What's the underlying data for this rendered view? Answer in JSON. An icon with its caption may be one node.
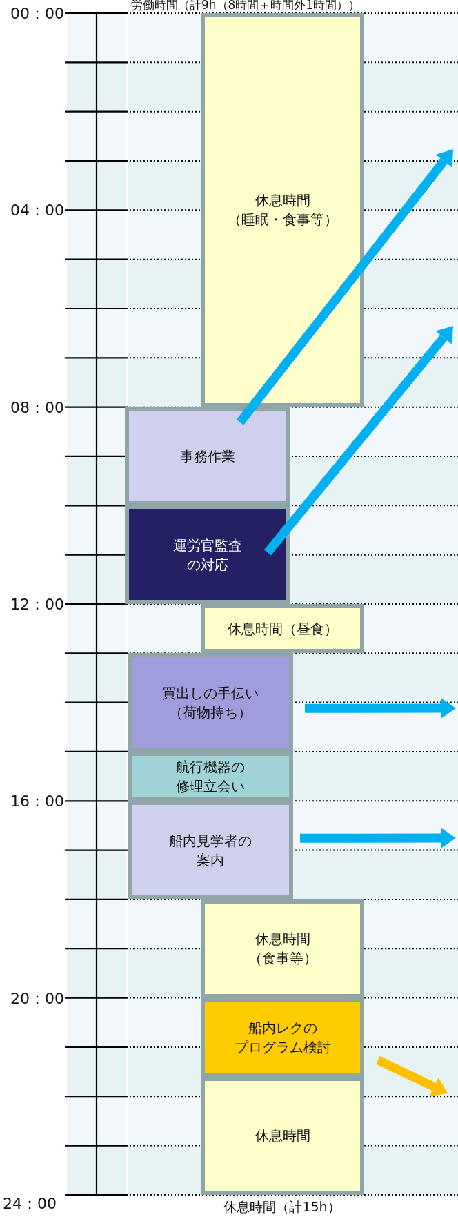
{
  "diagram": {
    "title": "労働時間（計9h（8時間＋時間外1時間））",
    "caption": "休息時間（計15h）",
    "nodes": [
      {
        "text": [
          "休息時間（睡眠・食事等）"
        ]
      },
      {
        "text": [
          "事務作業"
        ]
      },
      {
        "text": [
          "運労官監査の対応"
        ]
      },
      {
        "text": [
          "休息時間（昼食）"
        ]
      },
      {
        "text": [
          "買出しの手伝い（荷物持ち）"
        ]
      },
      {
        "text": [
          "航行機器の修理立会い"
        ]
      },
      {
        "text": [
          "船内見学者の案内"
        ]
      },
      {
        "text": [
          "休息時間（食事等）"
        ]
      },
      {
        "text": [
          "船内レクのプログラム検討"
        ]
      },
      {
        "text": [
          "休息時間"
        ]
      }
    ],
    "edges": [
      {
        "from": 1,
        "to": null,
        "arrow": "to"
      },
      {
        "from": 2,
        "to": null,
        "arrow": "to"
      },
      {
        "from": 4,
        "to": null,
        "arrow": "to"
      },
      {
        "from": 6,
        "to": null,
        "arrow": "to"
      },
      {
        "from": 8,
        "to": null,
        "arrow": "to",
        "color": "#ffc000"
      }
    ],
    "labels": [
      "00：00",
      "04：00",
      "08：00",
      "12：00",
      "16：00",
      "20：00",
      "24：00"
    ]
  }
}
